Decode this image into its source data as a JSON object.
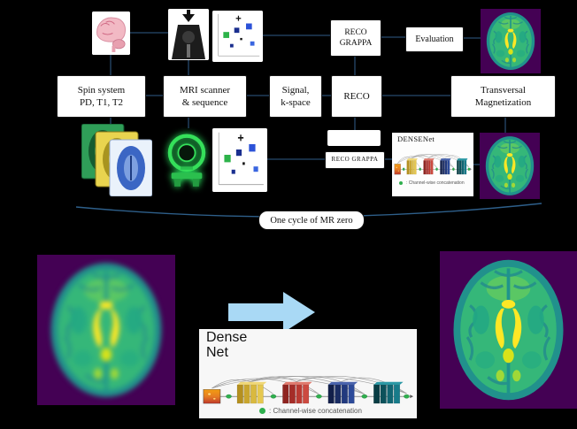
{
  "flow_row1": {
    "reco_l1": "RECO",
    "reco_l2": "GRAPPA",
    "evaluation": "Evaluation"
  },
  "flow_row2": {
    "spin_l1": "Spin system",
    "spin_l2": "PD, T1, T2",
    "scan_l1": "MRI scanner",
    "scan_l2": "& sequence",
    "sig_l1": "Signal,",
    "sig_l2": "k-space",
    "reco": "RECO",
    "trans_l1": "Transversal",
    "trans_l2": "Magnetization"
  },
  "flow_row3": {
    "reco_grappa": "RECO GRAPPA",
    "densenet_title": "DENSENet",
    "densenet_legend": ": Channel-wise concatenation"
  },
  "cycle_label": "One cycle of  MR zero",
  "bottom_panel": {
    "title_l1": "Dense",
    "title_l2": "Net",
    "legend": ": Channel-wise concatenation"
  },
  "colors": {
    "background": "#000000",
    "box_background": "#ffffff",
    "connector_line": "#27496d",
    "cycle_curve": "#2e5f8a",
    "big_arrow": "#a9d9f5",
    "viridis_purple": "#440154",
    "viridis_green": "#35b779",
    "viridis_yellow": "#fde725",
    "concat_dot_green": "#2eaf4d",
    "neon_scanner_green": "#35e05a"
  }
}
